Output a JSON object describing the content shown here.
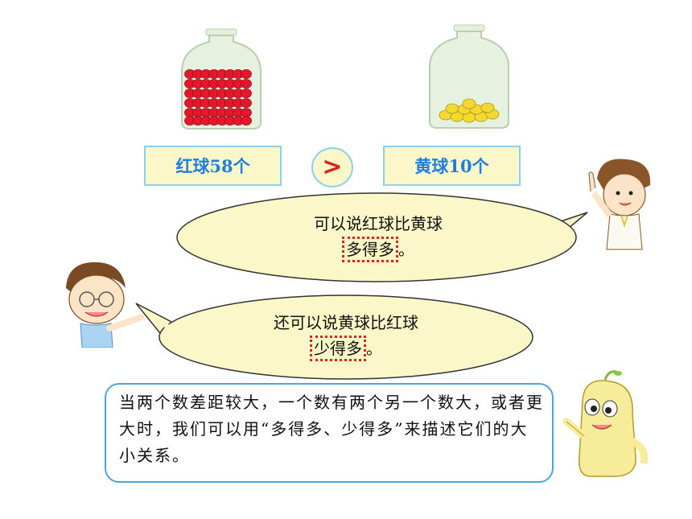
{
  "red_jar": {
    "label": "红球58个"
  },
  "yellow_jar": {
    "label": "黄球10个"
  },
  "compare_symbol": ">",
  "bubble1": {
    "line1": "可以说红球比黄球",
    "highlight": "多得多",
    "end": "。"
  },
  "bubble2": {
    "line1": "还可以说黄球比红球",
    "highlight": "少得多",
    "end": "。"
  },
  "info": {
    "text": "当两个数差距较大，一个数有两个另一个数大，或者更大时，我们可以用“多得多、少得多”来描述它们的大小关系。"
  },
  "colors": {
    "label_text": "#1f7fe0",
    "label_bg": "#fbf7c8",
    "label_border": "#8dd0ec",
    "highlight_border": "#e0201a",
    "bubble_bg": "#fbf7c8"
  }
}
